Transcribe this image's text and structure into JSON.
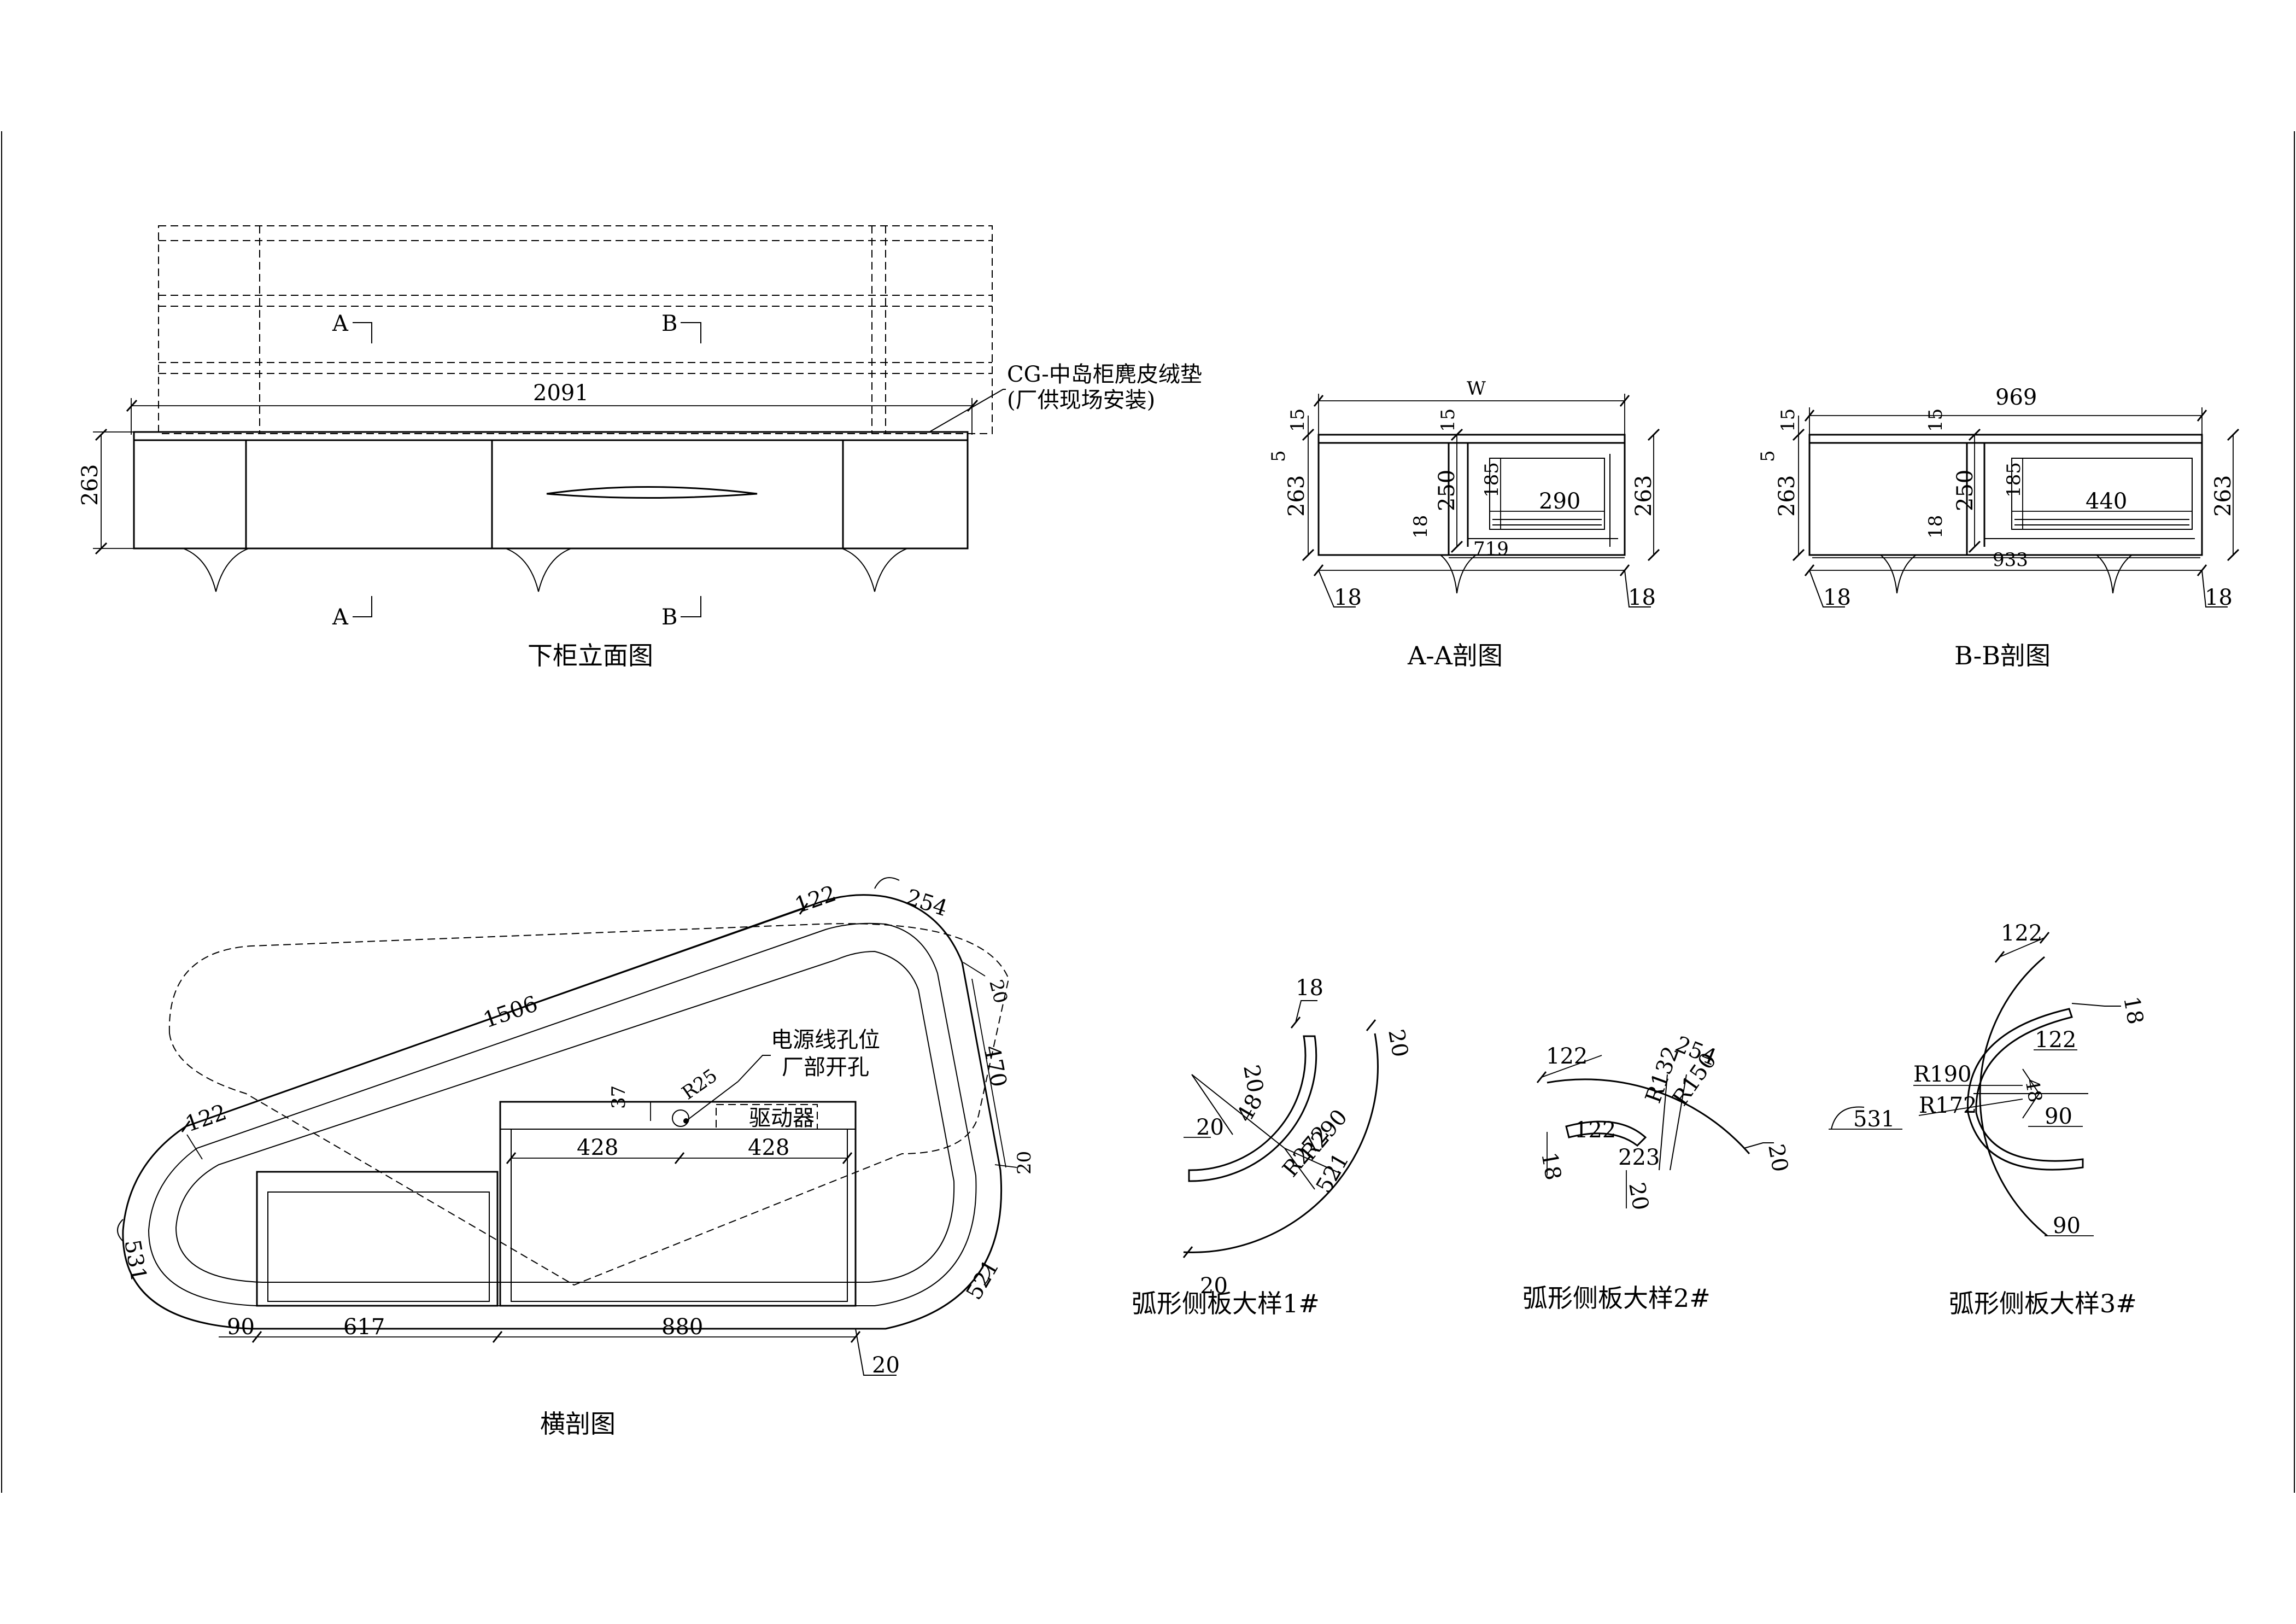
{
  "elevation": {
    "title": "下柜立面图",
    "section_a": "A",
    "section_b": "B",
    "width": "2091",
    "height": "263",
    "note_line1": "CG-中岛柜麂皮绒垫",
    "note_line2": "(厂供现场安装)"
  },
  "section_aa": {
    "title": "A-A剖图",
    "width": "W",
    "top": "15",
    "gap": "5",
    "height_left": "263",
    "height_right": "263",
    "inner_top": "15",
    "inner_height": "250",
    "inner_bottom": "18",
    "drawer_height": "185",
    "drawer_width": "290",
    "inner_width": "719",
    "side_left": "18",
    "side_right": "18"
  },
  "section_bb": {
    "title": "B-B剖图",
    "width": "969",
    "top": "15",
    "gap": "5",
    "height_left": "263",
    "height_right": "263",
    "inner_top": "15",
    "inner_height": "250",
    "inner_bottom": "18",
    "drawer_height": "185",
    "drawer_width": "440",
    "inner_width": "933",
    "side_left": "18",
    "side_right": "18"
  },
  "plan": {
    "title": "横剖图",
    "long_edge": "1506",
    "top_rail": "122",
    "corner_top": "254",
    "right_offset_top": "20",
    "right_edge": "470",
    "right_offset_bottom": "20",
    "corner_bottom": "521",
    "left_rail": "122",
    "left_corner": "531",
    "bottom_left": "90",
    "bottom_mid": "617",
    "bottom_right": "880",
    "bottom_offset": "20",
    "comp_left": "428",
    "comp_right": "428",
    "hole_offset": "37",
    "hole_radius": "R25",
    "power_label": "电源线孔位",
    "power_label2": "厂部开孔",
    "driver_label": "驱动器"
  },
  "detail1": {
    "title": "弧形侧板大样1#",
    "d18": "18",
    "d20_top": "20",
    "d20_inner": "20",
    "d20_left": "20",
    "d20_bottom": "20",
    "angle": "48",
    "r290": "R290",
    "r272": "R272",
    "d521": "521"
  },
  "detail2": {
    "title": "弧形侧板大样2#",
    "d122_top": "122",
    "d254": "254",
    "r132": "R132",
    "r150": "R150",
    "d122_inner": "122",
    "d223": "223",
    "d18": "18",
    "d20_bottom": "20",
    "d20_right": "20"
  },
  "detail3": {
    "title": "弧形侧板大样3#",
    "d122_top": "122",
    "d18": "18",
    "d122_inner": "122",
    "r190": "R190",
    "r172": "R172",
    "d531": "531",
    "angle": "48",
    "d90_inner": "90",
    "d90_bottom": "90"
  },
  "colors": {
    "line": "#000000",
    "background": "#ffffff"
  }
}
